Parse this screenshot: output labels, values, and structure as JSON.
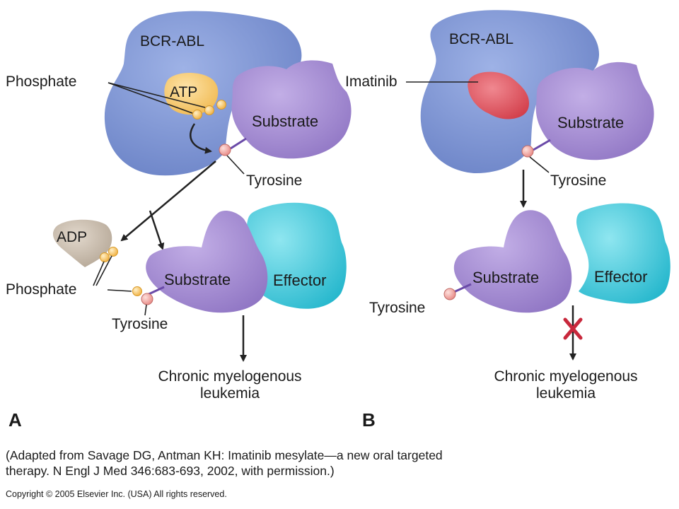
{
  "panel_a": {
    "letter": "A",
    "bcr_abl": "BCR-ABL",
    "atp": "ATP",
    "phosphate_top": "Phosphate",
    "substrate_top": "Substrate",
    "tyrosine_top": "Tyrosine",
    "adp": "ADP",
    "phosphate_bottom": "Phosphate",
    "substrate_bottom": "Substrate",
    "effector": "Effector",
    "tyrosine_bottom": "Tyrosine",
    "outcome_line1": "Chronic myelogenous",
    "outcome_line2": "leukemia"
  },
  "panel_b": {
    "letter": "B",
    "bcr_abl": "BCR-ABL",
    "imatinib": "Imatinib",
    "substrate_top": "Substrate",
    "tyrosine_top": "Tyrosine",
    "substrate_bottom": "Substrate",
    "effector": "Effector",
    "tyrosine_bottom": "Tyrosine",
    "outcome_line1": "Chronic myelogenous",
    "outcome_line2": "leukemia"
  },
  "citation": {
    "line1": "(Adapted from Savage DG, Antman KH: Imatinib mesylate—a new oral targeted",
    "line2": "therapy. N Engl J Med 346:683-693, 2002, with permission.)"
  },
  "copyright": "Copyright © 2005 Elsevier Inc. (USA) All rights reserved.",
  "colors": {
    "bcr_abl": "#7b93d4",
    "substrate": "#a48ad0",
    "effector": "#3ec6d8",
    "atp": "#f6c870",
    "adp": "#c9bcae",
    "imatinib": "#e0505a",
    "tyrosine": "#f2a5a0",
    "block_x": "#c8283c"
  }
}
